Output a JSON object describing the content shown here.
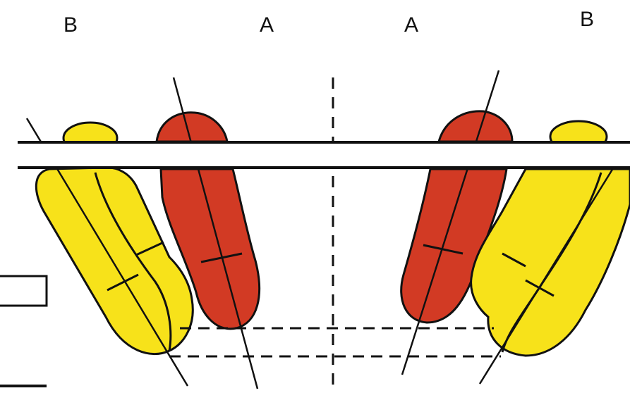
{
  "labels": {
    "left_outer": "B",
    "left_inner": "A",
    "right_inner": "A",
    "right_outer": "B"
  },
  "colors": {
    "subunit_a": "#d23a24",
    "subunit_b": "#f7e21a",
    "outline": "#111111"
  }
}
